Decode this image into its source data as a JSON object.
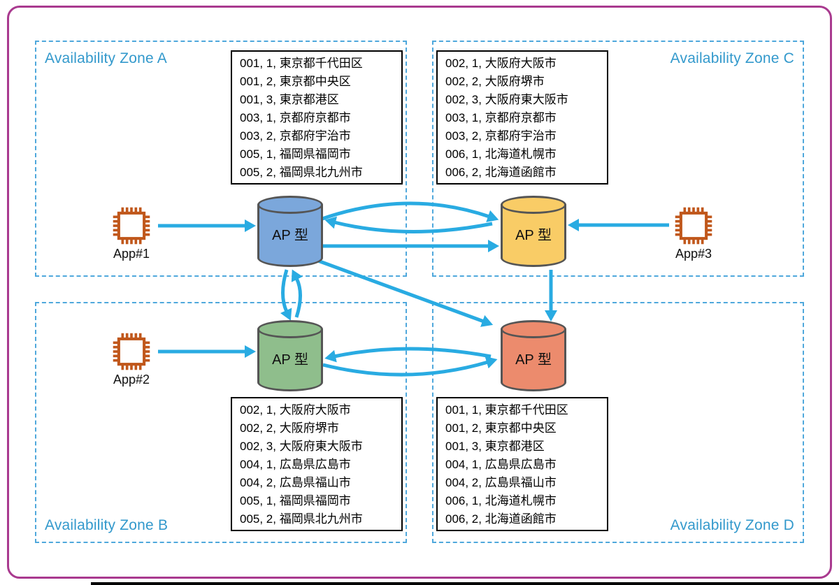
{
  "diagram": {
    "zones": [
      {
        "id": "A",
        "label": "Availability Zone A"
      },
      {
        "id": "B",
        "label": "Availability Zone B"
      },
      {
        "id": "C",
        "label": "Availability Zone C"
      },
      {
        "id": "D",
        "label": "Availability Zone D"
      }
    ],
    "apps": [
      {
        "label": "App#1"
      },
      {
        "label": "App#2"
      },
      {
        "label": "App#3"
      }
    ],
    "cylinders": [
      {
        "zone": "A",
        "label": "AP 型",
        "color": "#7BA7DB"
      },
      {
        "zone": "C",
        "label": "AP 型",
        "color": "#F9CC66"
      },
      {
        "zone": "B",
        "label": "AP 型",
        "color": "#8FBE8C"
      },
      {
        "zone": "D",
        "label": "AP 型",
        "color": "#EC8B6D"
      }
    ],
    "data_boxes": {
      "zone_a": {
        "lines": [
          "001, 1, 東京都千代田区",
          "001, 2, 東京都中央区",
          "001, 3, 東京都港区",
          "003, 1, 京都府京都市",
          "003, 2, 京都府宇治市",
          "005, 1, 福岡県福岡市",
          "005, 2, 福岡県北九州市"
        ]
      },
      "zone_c": {
        "lines": [
          "002, 1, 大阪府大阪市",
          "002, 2, 大阪府堺市",
          "002, 3, 大阪府東大阪市",
          "003, 1, 京都府京都市",
          "003, 2, 京都府宇治市",
          "006, 1, 北海道札幌市",
          "006, 2, 北海道函館市"
        ]
      },
      "zone_b": {
        "lines": [
          "002, 1, 大阪府大阪市",
          "002, 2, 大阪府堺市",
          "002, 3, 大阪府東大阪市",
          "004, 1, 広島県広島市",
          "004, 2, 広島県福山市",
          "005, 1, 福岡県福岡市",
          "005, 2, 福岡県北九州市"
        ]
      },
      "zone_d": {
        "lines": [
          "001, 1, 東京都千代田区",
          "001, 2, 東京都中央区",
          "001, 3, 東京都港区",
          "004, 1, 広島県広島市",
          "004, 2, 広島県福山市",
          "006, 1, 北海道札幌市",
          "006, 2, 北海道函館市"
        ]
      }
    },
    "palette": {
      "arrow": "#29ABE2",
      "zone_border": "#4FA8DC",
      "zone_label": "#3399CC",
      "outer_border": "#A93A8F",
      "chip": "#C0571B",
      "box_border": "#000000"
    }
  }
}
